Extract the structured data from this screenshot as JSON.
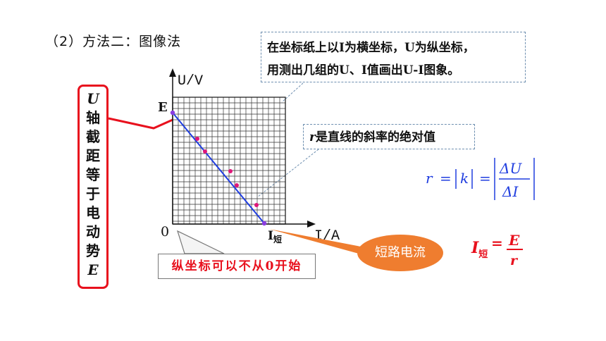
{
  "heading": "（2）方法二：图像法",
  "note1": {
    "line1": "在坐标纸上以I为横坐标，U为纵坐标，",
    "line2": "用测出几组的U、I值画出U-I图象。"
  },
  "note2": {
    "var": "r",
    "rest": "是直线的斜率的绝对值"
  },
  "vertical_note": [
    "U",
    "轴",
    "截",
    "距",
    "等",
    "于",
    "电",
    "动",
    "势",
    "E"
  ],
  "red_note": "纵坐标可以不从0开始",
  "orange_note": "短路电流",
  "axes": {
    "y_label": "U/V",
    "x_label": "I/A",
    "origin": "0",
    "e_label": "E",
    "short_label_main": "I",
    "short_label_sub": "短"
  },
  "formula_r": {
    "lhs": "r",
    "eq": "=",
    "k": "k",
    "num": "ΔU",
    "den": "ΔI"
  },
  "formula_i": {
    "i": "I",
    "sub": "短",
    "eq": "=",
    "num": "E",
    "den": "r"
  },
  "colors": {
    "line": "#1f3ddf",
    "points": "#e0177a",
    "red": "#e8101d",
    "orange": "#ef7d2f",
    "formula_blue": "#1f3ddf"
  }
}
